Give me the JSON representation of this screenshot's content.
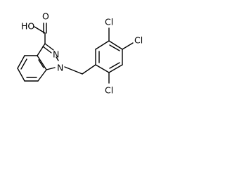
{
  "molecule": {
    "labels": {
      "oh": "HO",
      "o": "O",
      "n2": "N",
      "n1": "N",
      "cl_top": "Cl",
      "cl_right": "Cl",
      "cl_bottom": "Cl"
    }
  }
}
